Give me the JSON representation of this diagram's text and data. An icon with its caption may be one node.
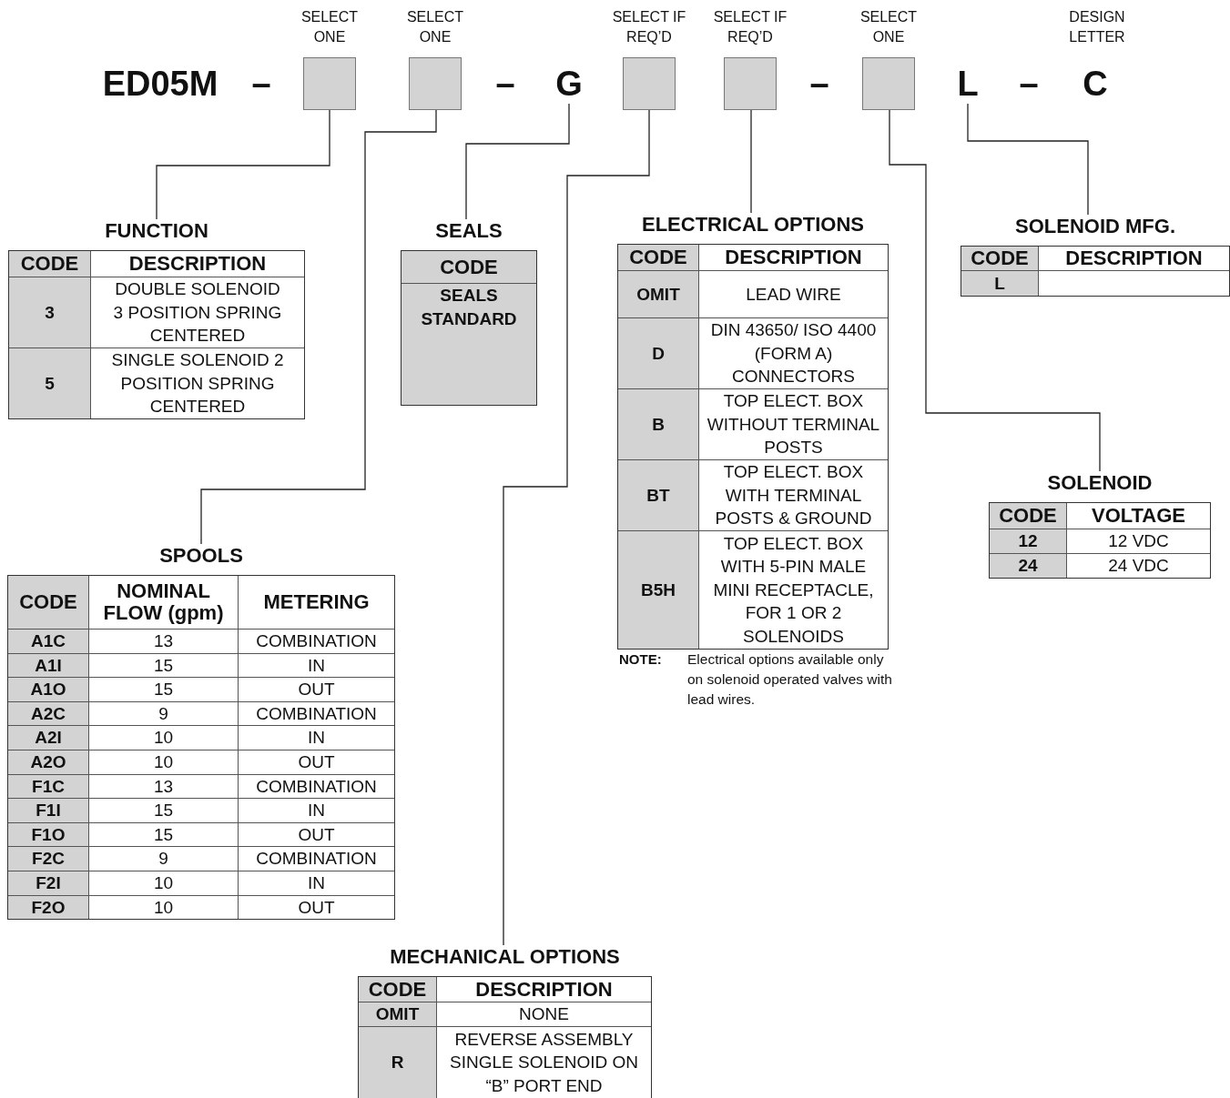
{
  "diagram": {
    "nodes": [
      {
        "text": [],
        "shape": "box",
        "beside": [
          "SELECT ONE"
        ]
      },
      {
        "text": [],
        "shape": "box",
        "beside": [
          "SELECT ONE"
        ]
      },
      {
        "text": [
          "G"
        ]
      },
      {
        "text": [],
        "shape": "box",
        "beside": [
          "SELECT IF REQ’D"
        ]
      },
      {
        "text": [],
        "shape": "box",
        "beside": [
          "SELECT IF REQ’D"
        ]
      },
      {
        "text": [],
        "shape": "box",
        "beside": [
          "SELECT ONE"
        ]
      },
      {
        "text": [
          "L"
        ]
      },
      {
        "text": [
          "FUNCTION",
          "CODE",
          "DESCRIPTION",
          "3",
          "DOUBLE SOLENOID 3 POSITION SPRING CENTERED",
          "5",
          "SINGLE SOLENOID 2 POSITION SPRING CENTERED"
        ]
      },
      {
        "text": [
          "SEALS",
          "CODE",
          "SEALS STANDARD"
        ]
      },
      {
        "text": [
          "ELECTRICAL OPTIONS",
          "CODE",
          "DESCRIPTION",
          "OMIT",
          "LEAD WIRE",
          "D",
          "DIN 43650/ ISO 4400 (FORM A) CONNECTORS",
          "B",
          "TOP ELECT. BOX WITHOUT TERMINAL POSTS",
          "BT",
          "TOP ELECT. BOX WITH TERMINAL POSTS & GROUND",
          "B5H",
          "TOP ELECT. BOX WITH 5-PIN MALE MINI RECEPTACLE, FOR 1 OR 2 SOLENOIDS"
        ]
      },
      {
        "text": [
          "SOLENOID MFG.",
          "CODE",
          "DESCRIPTION",
          "L"
        ]
      },
      {
        "text": [
          "SOLENOID",
          "CODE",
          "VOLTAGE",
          "12",
          "12 VDC",
          "24",
          "24 VDC"
        ]
      },
      {
        "text": [
          "SPOOLS",
          "CODE",
          "NOMINAL FLOW (gpm)",
          "METERING",
          "A1C",
          "13",
          "COMBINATION",
          "A1I",
          "15",
          "IN",
          "A1O",
          "15",
          "OUT",
          "A2C",
          "9",
          "COMBINATION",
          "A2I",
          "10",
          "IN",
          "A2O",
          "10",
          "OUT",
          "F1C",
          "13",
          "COMBINATION",
          "F1I",
          "15",
          "IN",
          "F1O",
          "15",
          "OUT",
          "F2C",
          "9",
          "COMBINATION",
          "F2I",
          "10",
          "IN",
          "F2O",
          "10",
          "OUT"
        ]
      },
      {
        "text": [
          "MECHANICAL OPTIONS",
          "CODE",
          "DESCRIPTION",
          "OMIT",
          "NONE",
          "R",
          "REVERSE ASSEMBLY SINGLE SOLENOID ON “B” PORT END"
        ]
      }
    ],
    "edges": [
      {
        "from": 0,
        "to": 7,
        "arrow": "none"
      },
      {
        "from": 1,
        "to": 12,
        "arrow": "none"
      },
      {
        "from": 2,
        "to": 8,
        "arrow": "none"
      },
      {
        "from": 3,
        "to": 13,
        "arrow": "none"
      },
      {
        "from": 4,
        "to": 9,
        "arrow": "none"
      },
      {
        "from": 5,
        "to": 11,
        "arrow": "none"
      },
      {
        "from": 6,
        "to": 10,
        "arrow": "none"
      }
    ],
    "labels": [
      "DESIGN LETTER",
      "ED05M",
      "–",
      "–",
      "–",
      "–",
      "C",
      "NOTE:",
      "Electrical options available only on solenoid operated valves with lead wires."
    ]
  }
}
